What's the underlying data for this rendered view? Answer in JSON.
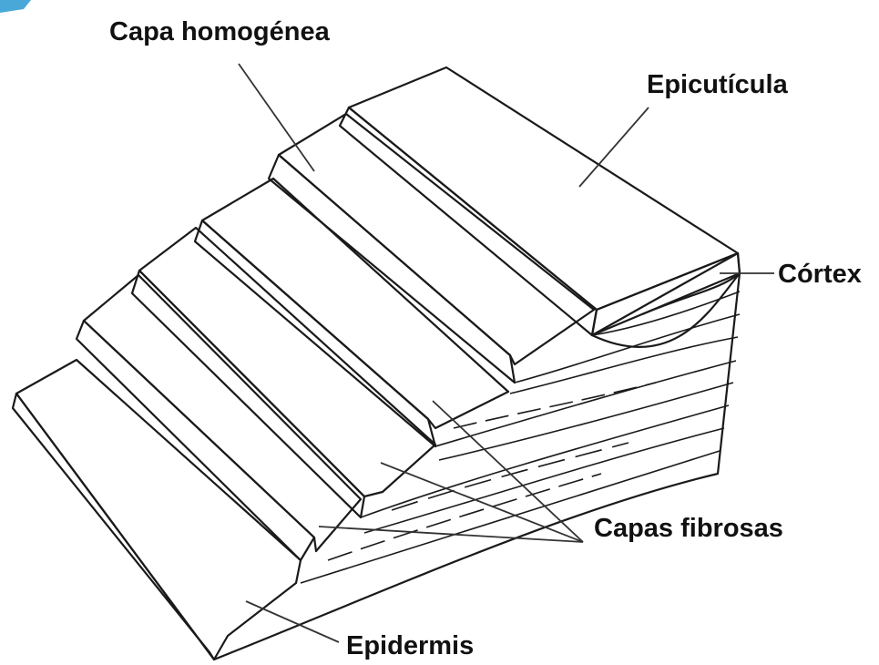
{
  "labels": {
    "homogeneous_layer": "Capa homogénea",
    "epicuticle": "Epicutícula",
    "cortex": "Córtex",
    "fibrous_layers": "Capas fibrosas",
    "epidermis": "Epidermis"
  },
  "colors": {
    "line": "#1a1a1a",
    "background": "#ffffff",
    "corner_accent": "#4aa8d8"
  }
}
